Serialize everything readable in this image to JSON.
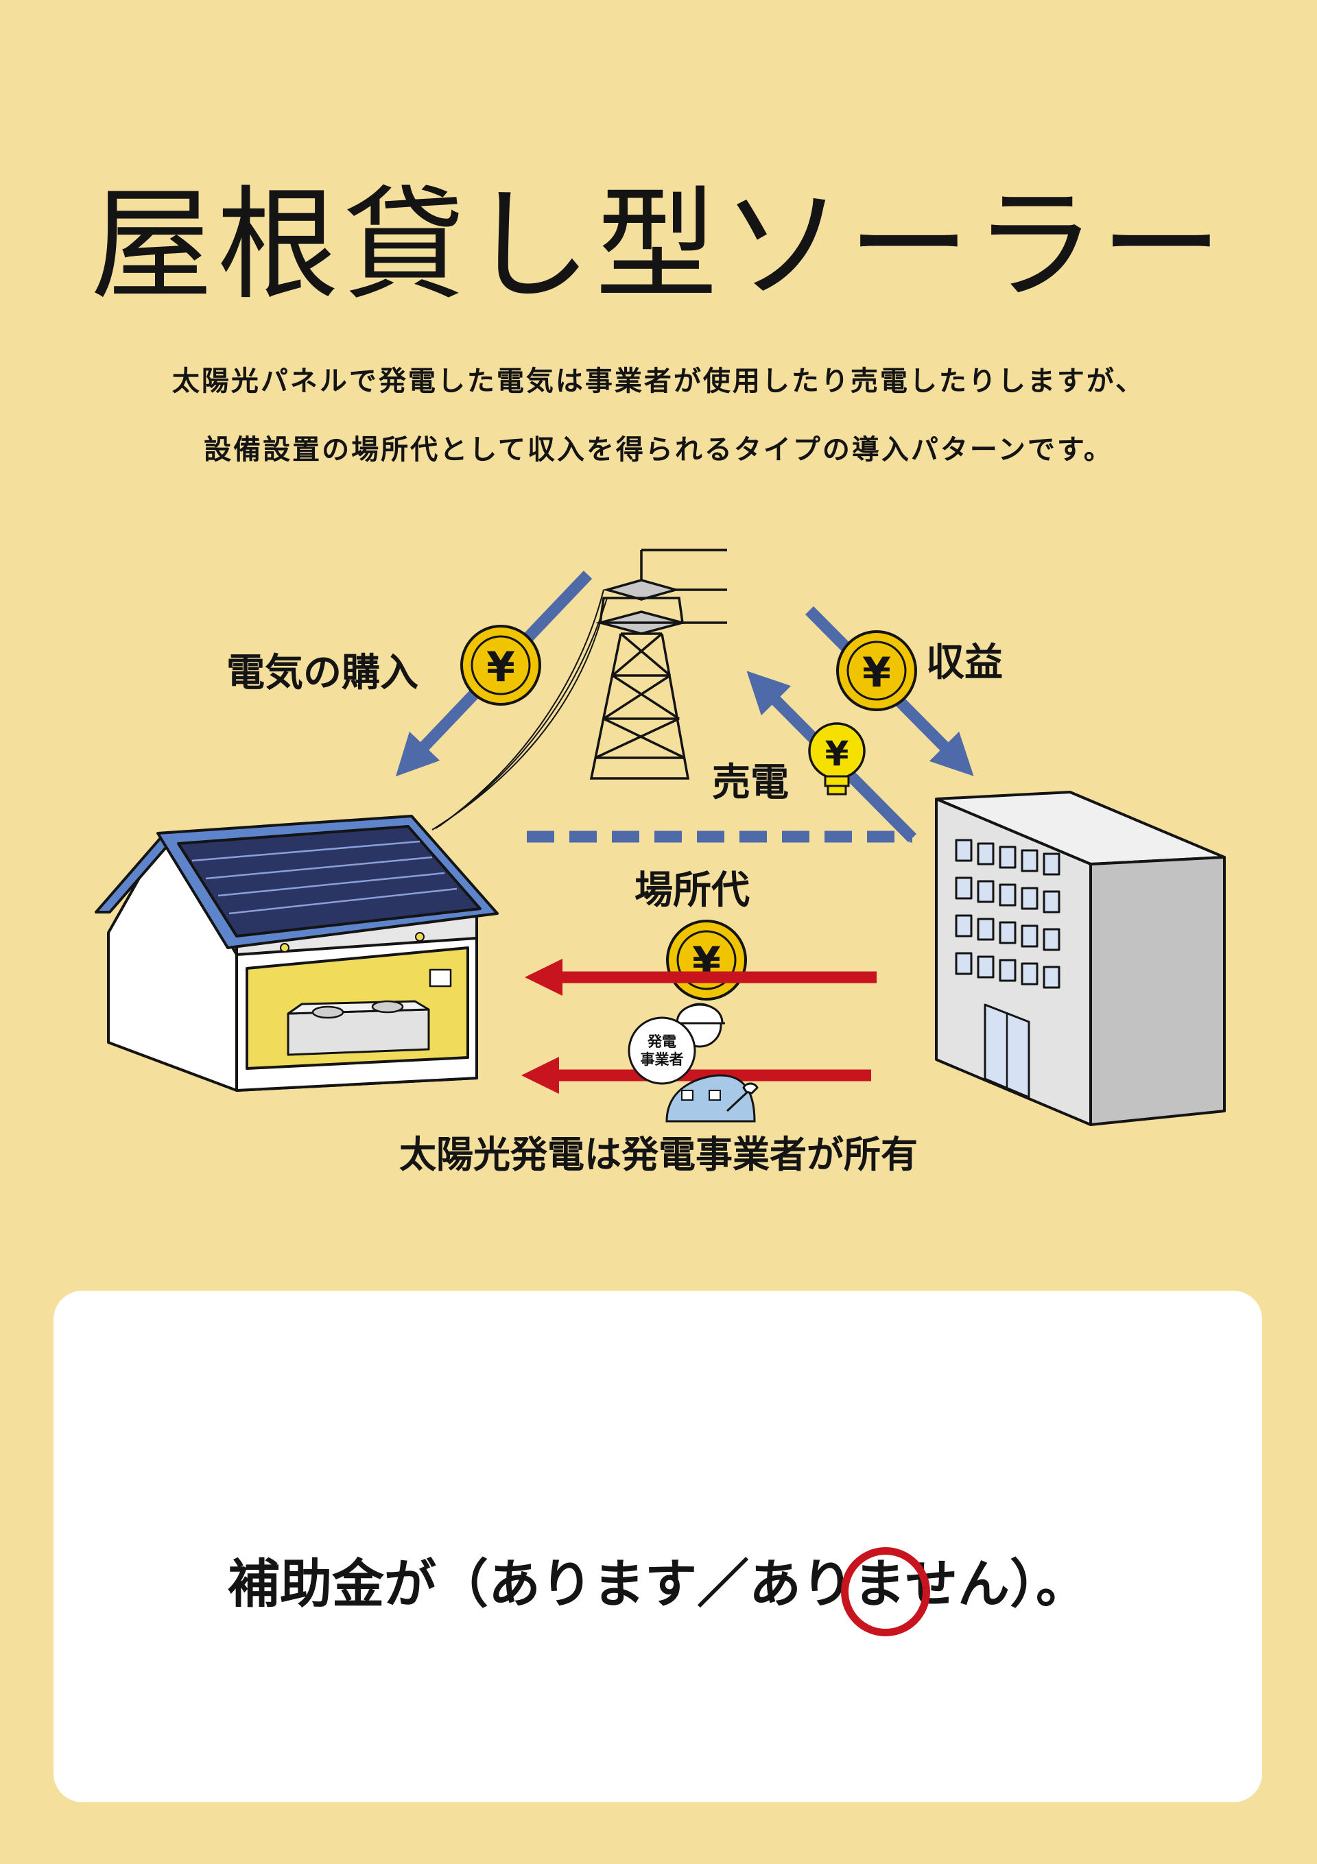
{
  "title": "屋根貸し型ソーラー",
  "description": {
    "line1": "太陽光パネルで発電した電気は事業者が使用したり売電したりしますが、",
    "line2": "設備設置の場所代として収入を得られるタイプの導入パターンです。"
  },
  "diagram": {
    "purchase_label": "電気の購入",
    "revenue_label": "収益",
    "sell_label": "売電",
    "rent_label": "場所代",
    "operator_badge_line1": "発電",
    "operator_badge_line2": "事業者",
    "yen_symbol": "¥",
    "caption": "太陽光発電は発電事業者が所有"
  },
  "answer": {
    "prefix": "補助金が（",
    "option1": "あります",
    "separator": "／",
    "option2_before": "あり",
    "option2_circled": "ま",
    "option2_after": "せん",
    "suffix": "）。"
  },
  "colors": {
    "background": "#f4df9d",
    "arrow_blue": "#4f6aa8",
    "arrow_red": "#c8141e",
    "coin_yellow": "#f0c400",
    "circle_red": "#c8141e"
  }
}
